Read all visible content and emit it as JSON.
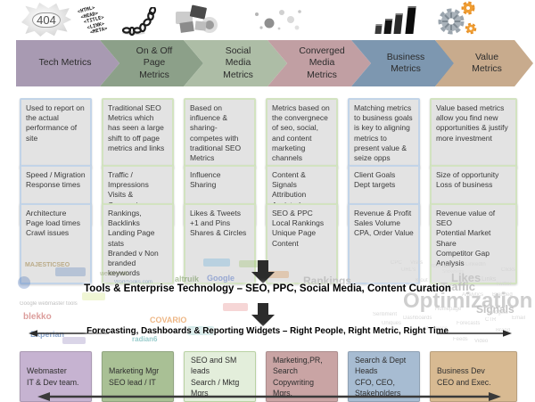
{
  "icons": {
    "error_label": "404",
    "code_lines": [
      "<HTML>",
      "<HEAD>",
      "<TITLE>",
      "<LINK>",
      "<META>"
    ]
  },
  "columns": [
    {
      "header": "Tech Metrics",
      "header_color": "#a89ab2",
      "accent": "#c2d4e8",
      "box1": "Used to report on the actual performance of site",
      "box2": "Speed / Migration\nResponse times",
      "box3": "Architecture\nPage load times\nCrawl issues",
      "role": "Webmaster\nIT & Dev team.",
      "role_color": "#c6b3d1"
    },
    {
      "header": "On & Off\nPage\nMetrics",
      "header_color": "#8ca089",
      "accent": "#d2e3c0",
      "box1": "Traditional SEO Metrics which has seen a large shift to off page metrics and links",
      "box2": "Traffic / Impressions\nVisits & Conversions",
      "box3": "Rankings, Backlinks\nLanding Page stats\nBranded v Non branded keywords",
      "role": "Marketing Mgr\nSEO lead / IT",
      "role_color": "#a9c095"
    },
    {
      "header": "Social\nMedia\nMetrics",
      "header_color": "#adbda6",
      "accent": "#d2e3c0",
      "box1": "Based on influence & sharing-competes with traditional SEO Metrics",
      "box2": "Influence\nSharing",
      "box3": "Likes & Tweets\n+1 and Pins\nShares & Circles",
      "role": "SEO and SM leads\nSearch / Mktg Mgrs",
      "role_color": "#e3eedb"
    },
    {
      "header": "Converged\nMedia\nMetrics",
      "header_color": "#c19fa3",
      "accent": "#d2e3c0",
      "box1": "Metrics based on the convergnece of seo, social, and content marketing channels",
      "box2": "Content & Signals\nAttribution\nAssisted Conversions",
      "box3": "SEO & PPC\nLocal Rankings\nUnique Page Content",
      "role": "Marketing,PR, Search\nCopywriting Mgrs.",
      "role_color": "#c9a4a4"
    },
    {
      "header": "Business\nMetrics",
      "header_color": "#7d97b0",
      "accent": "#c2d4e8",
      "box1": "Matching metrics to business goals is key to aligning metrics to present value & seize opps",
      "box2": "Client Goals\nDept targets",
      "box3": "Revenue & Profit\nSales Volume\nCPA, Order Value",
      "role": "Search & Dept Heads\nCFO, CEO, Stakeholders",
      "role_color": "#a7bcd2"
    },
    {
      "header": "Value\nMetrics",
      "header_color": "#c8ab8d",
      "accent": "#d2e3c0",
      "box1": "Value based metrics allow you find new opportunities & justify more investment",
      "box2": "Size of opportunity\nLoss of business",
      "box3": "Revenue value of SEO\nPotential Market Share\nCompetitor Gap Analysis",
      "role": "Business Dev\nCEO and Exec.",
      "role_color": "#d8ba92"
    }
  ],
  "banners": {
    "tools": "Tools & Enterprise Technology – SEO, PPC, Social Media, Content Curation",
    "forecasting": "Forecasting, Dashboards & Reporting Widgets – Right People, Right Metric, Right Time"
  },
  "collage": {
    "logos": [
      "MAJESTICSEO",
      "webtrends",
      "Workbooks.com",
      "altruik",
      "Google",
      "Google webmaster tools",
      "blekko",
      "Experian",
      "COVARIO",
      "radian6"
    ],
    "cloud_words": [
      "Rankings",
      "Likes",
      "Traffic",
      "Optimization",
      "Signals",
      "CPC",
      "Visits",
      "URL's",
      "YouTube",
      "LinkedIn",
      "Stickyness",
      "Clicks",
      "Twitter",
      "Klout",
      "Links",
      "Analytics",
      "Branded",
      "Homepage",
      "Sentiment",
      "Dashboards",
      "Uniques",
      "Forecasts",
      "Decisions",
      "CTR",
      "Widgets",
      "Email",
      "Brand",
      "Feeds",
      "Video"
    ]
  }
}
